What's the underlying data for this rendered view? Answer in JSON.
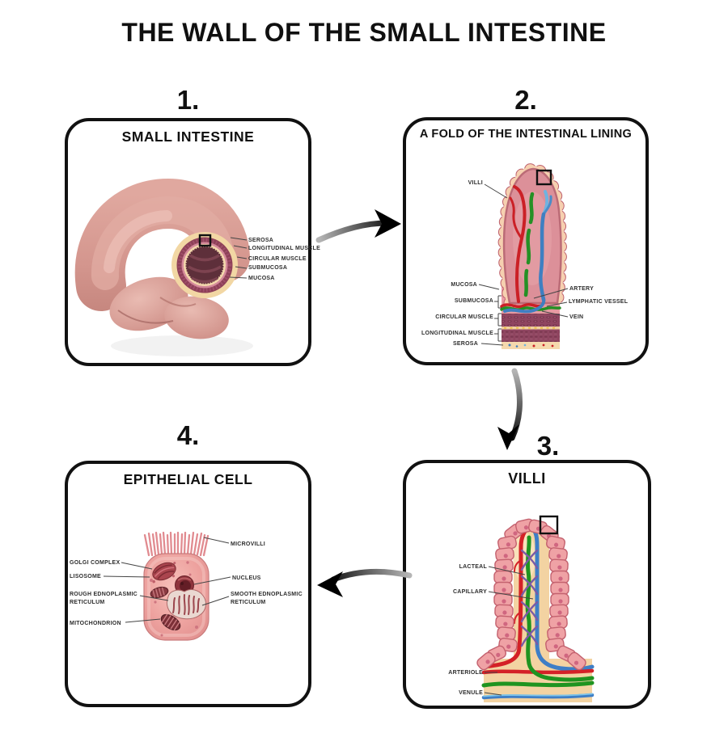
{
  "title": "THE WALL OF THE SMALL INTESTINE",
  "panels": [
    {
      "number": "1.",
      "title": "SMALL INTESTINE",
      "labels": {
        "serosa": "SEROSA",
        "longitudinal_muscle": "LONGITUDINAL MUSCLE",
        "circular_muscle": "CIRCULAR MUSCLE",
        "submucosa": "SUBMUCOSA",
        "mucosa": "MUCOSA"
      }
    },
    {
      "number": "2.",
      "title": "A FOLD OF THE INTESTINAL LINING",
      "labels": {
        "villi": "VILLI",
        "mucosa": "MUCOSA",
        "submucosa": "SUBMUCOSA",
        "circular_muscle": "CIRCULAR MUSCLE",
        "longitudinal_muscle": "LONGITUDINAL MUSCLE",
        "serosa": "SEROSA",
        "artery": "ARTERY",
        "lymphatic_vessel": "LYMPHATIC VESSEL",
        "vein": "VEIN"
      }
    },
    {
      "number": "3.",
      "title": "VILLI",
      "labels": {
        "lacteal": "LACTEAL",
        "capillary": "CAPILLARY",
        "arteriole": "ARTERIOLE",
        "venule": "VENULE"
      }
    },
    {
      "number": "4.",
      "title": "EPITHELIAL CELL",
      "labels": {
        "microvilli": "MICROVILLI",
        "golgi_complex": "GOLGI COMPLEX",
        "lisosome": "LISOSOME",
        "rough_er": "ROUGH EDNOPLASMIC RETICULUM",
        "mitochondrion": "MITOCHONDRION",
        "nucleus": "NUCLEUS",
        "smooth_er": "SMOOTH EDNOPLASMIC RETICULUM"
      }
    }
  ],
  "colors": {
    "background": "#ffffff",
    "outline": "#111111",
    "intestine_pink": "#d49890",
    "muscle_maroon": "#8e4058",
    "serosa_cream": "#f2d7a4",
    "mucosa_pink": "#dc9099",
    "artery_red": "#cb2026",
    "vein_blue": "#3f7fc1",
    "lymphatic_green": "#259025",
    "capillary_purple": "#7b5ba6",
    "label_text": "#2e2e2e"
  }
}
